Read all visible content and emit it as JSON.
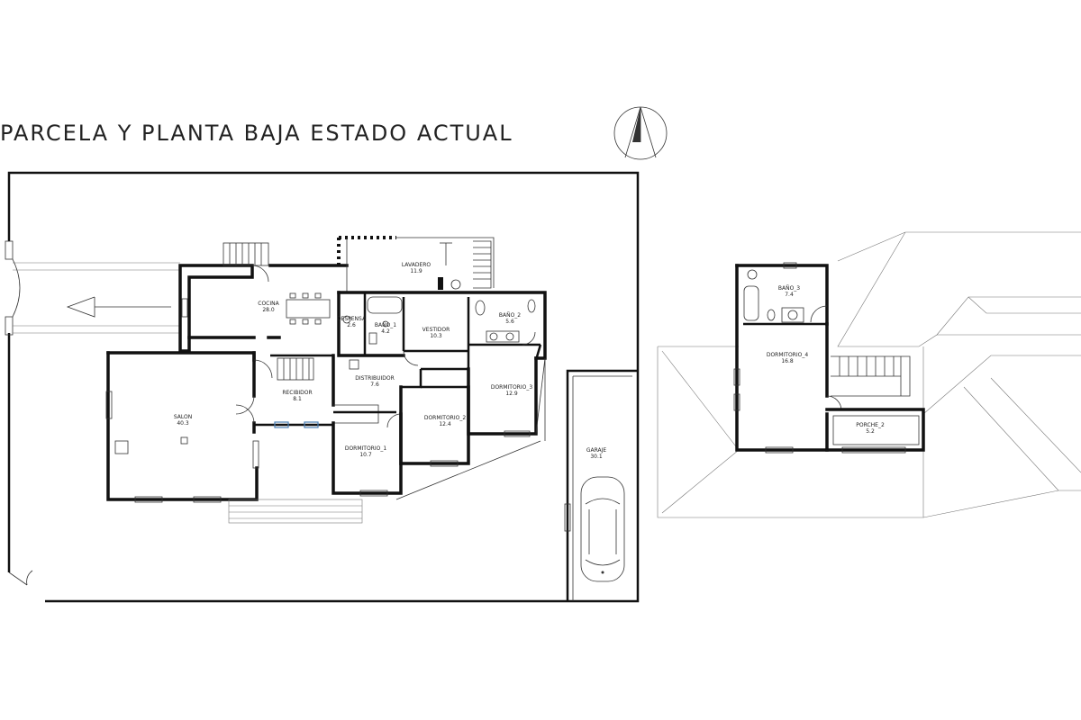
{
  "title": "PARCELA Y PLANTA BAJA ESTADO ACTUAL",
  "icons": {
    "north": "north-arrow-icon",
    "car": "car-icon"
  },
  "colors": {
    "walls": "#111111",
    "lines": "#333333",
    "background": "#ffffff"
  },
  "ground_floor": {
    "rooms": [
      {
        "id": "cocina",
        "name": "COCINA",
        "area": "28.0"
      },
      {
        "id": "lavadero",
        "name": "LAVADERO",
        "area": "11.9"
      },
      {
        "id": "despensa",
        "name": "DESPENSA",
        "area": "2.6"
      },
      {
        "id": "bano1",
        "name": "BAÑO_1",
        "area": "4.2"
      },
      {
        "id": "vestidor",
        "name": "VESTIDOR",
        "area": "10.3"
      },
      {
        "id": "bano2",
        "name": "BAÑO_2",
        "area": "5.6"
      },
      {
        "id": "salon",
        "name": "SALON",
        "area": "40.3"
      },
      {
        "id": "recibidor",
        "name": "RECIBIDOR",
        "area": "8.1"
      },
      {
        "id": "distribuidor",
        "name": "DISTRIBUIDOR",
        "area": "7.6"
      },
      {
        "id": "dormitorio1",
        "name": "DORMITORIO_1",
        "area": "10.7"
      },
      {
        "id": "dormitorio2",
        "name": "DORMITORIO_2",
        "area": "12.4"
      },
      {
        "id": "dormitorio3",
        "name": "DORMITORIO_3",
        "area": "12.9"
      },
      {
        "id": "garaje",
        "name": "GARAJE",
        "area": "30.1"
      }
    ]
  },
  "upper_floor": {
    "rooms": [
      {
        "id": "bano3",
        "name": "BAÑO_3",
        "area": "7.4"
      },
      {
        "id": "dormitorio4",
        "name": "DORMITORIO_4",
        "area": "16.8"
      },
      {
        "id": "porche2",
        "name": "PORCHE_2",
        "area": "5.2"
      }
    ]
  }
}
